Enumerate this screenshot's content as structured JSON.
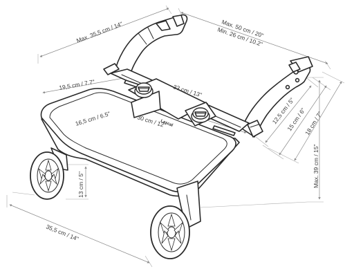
{
  "figure": {
    "brand_mark": "Lascal",
    "dimensions": {
      "top_width": "Max. 35,5 cm / 14\"",
      "bar_length_max": "Max. 50 cm / 20\"",
      "bar_length_min": "Min. 26 cm / 10.2\"",
      "mount_depth": "19,5 cm / 7.7\"",
      "connector_width": "33 cm / 13\"",
      "board_front_width": "16,5 cm / 6.5\"",
      "board_length": "30 cm / 12\"",
      "height_small": "12,5 cm / 5\"",
      "height_medium": "15 cm / 6\"",
      "height_large": "18 cm / 7\"",
      "height_max": "Max. 39 cm / 15\"",
      "wheel_height": "13 cm / 5\"",
      "base_width": "35,5 cm / 14\""
    }
  }
}
